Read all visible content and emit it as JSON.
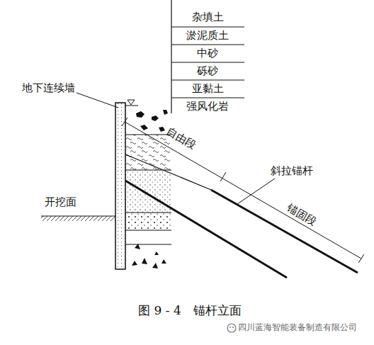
{
  "diagram": {
    "caption": "图 9 - 4　锚杆立面",
    "labels": [
      "杂填土",
      "淤泥质土",
      "中砂",
      "砾砂",
      "亚黏土",
      "强风化岩",
      "地下连续墙",
      "自由段",
      "斜拉锚杆",
      "锚固段",
      "开挖面",
      "四川蓝海智能装备制造有限公司"
    ]
  }
}
